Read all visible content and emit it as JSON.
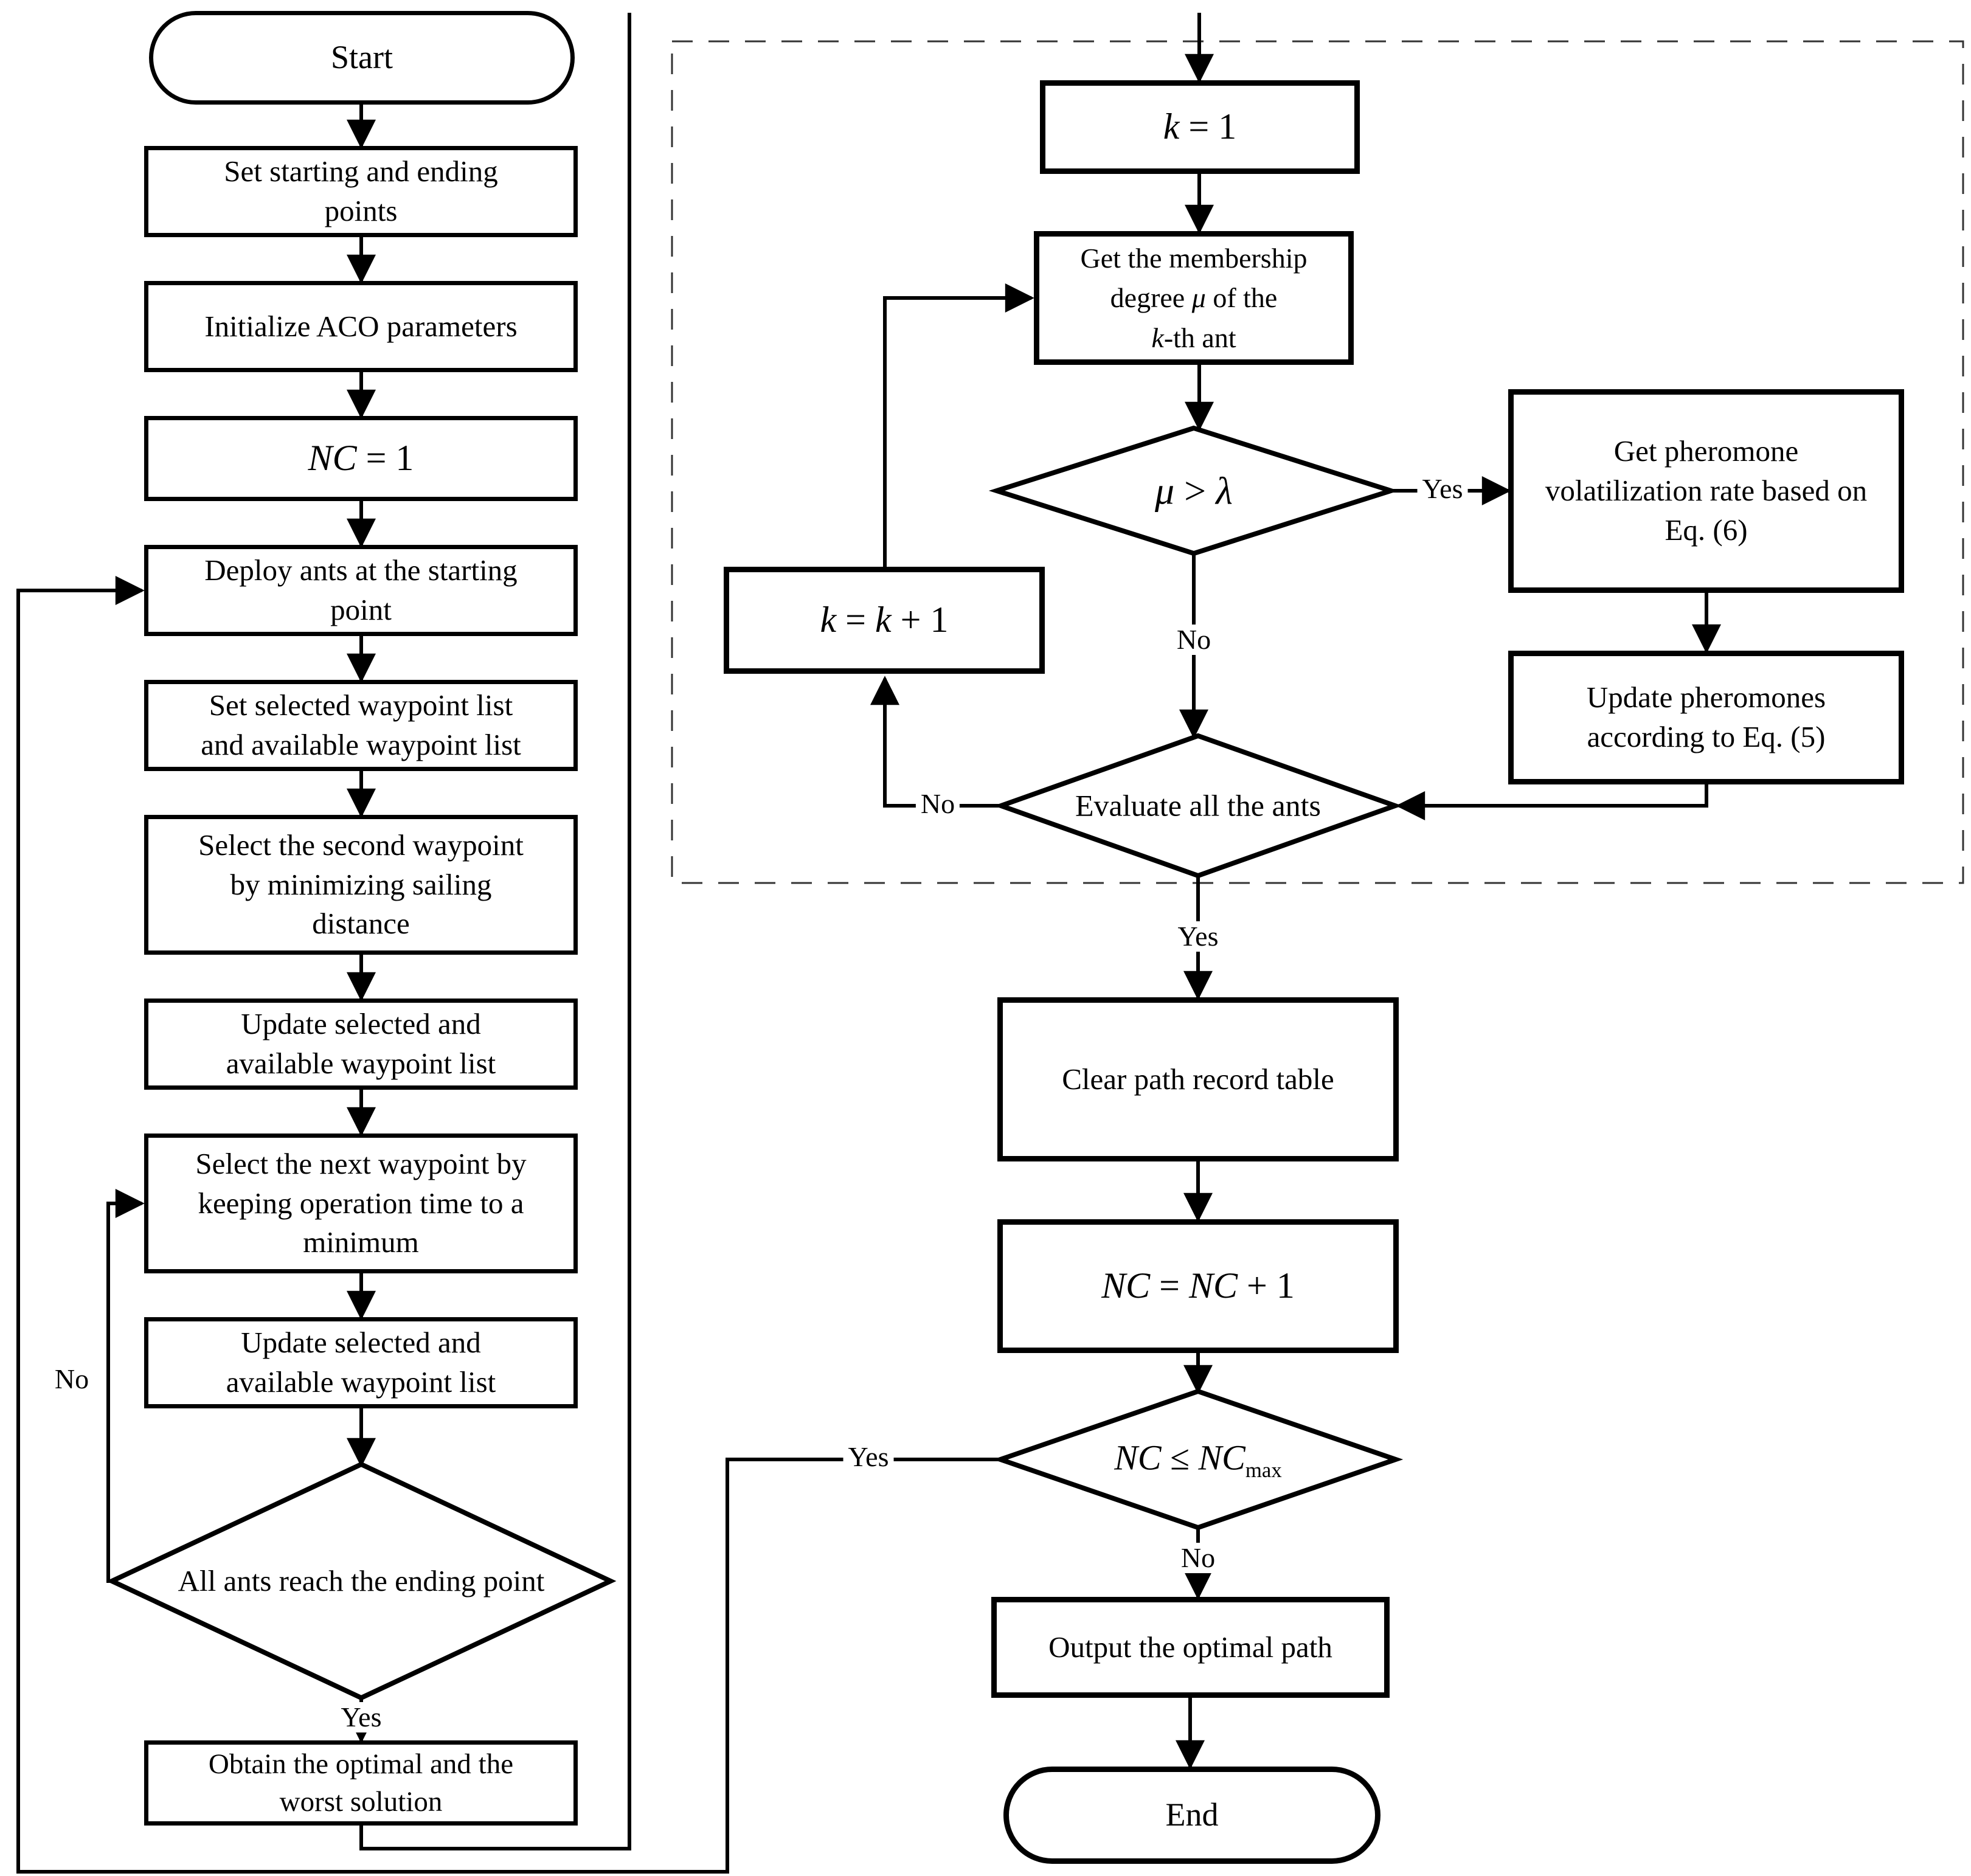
{
  "labels": {
    "yes": "Yes",
    "no": "No"
  },
  "left": {
    "start": "Start",
    "set_points": [
      "Set starting and ending",
      "points"
    ],
    "init_aco": "Initialize ACO parameters",
    "nc_var": "NC",
    "nc_eq": " = 1",
    "deploy": [
      "Deploy ants at the starting",
      "point"
    ],
    "set_lists": [
      "Set selected waypoint list",
      "and available waypoint list"
    ],
    "select_second": [
      "Select the second waypoint",
      "by minimizing sailing",
      "distance"
    ],
    "update_lists": [
      "Update selected and",
      "available waypoint list"
    ],
    "select_next": [
      "Select the next waypoint by",
      "keeping operation time to a",
      "minimum"
    ],
    "update_lists2": [
      "Update selected and",
      "available waypoint list"
    ],
    "all_ants": "All ants reach the ending point",
    "obtain": [
      "Obtain the optimal and the",
      "worst solution"
    ]
  },
  "right": {
    "k_var": "k",
    "k_eq": " = 1",
    "mem_l1": "Get the membership",
    "mem_l2a": "degree ",
    "mem_mu": "μ",
    "mem_l2b": " of the",
    "mem_k": "k",
    "mem_l3": "-th ant",
    "mu": "μ",
    "gt": " > ",
    "lambda": "λ",
    "pheromone": [
      "Get pheromone",
      "volatilization rate based on",
      "Eq. (6)"
    ],
    "update_pheromones": [
      "Update pheromones",
      "according to Eq. (5)"
    ],
    "evaluate": "Evaluate all the ants",
    "kk_a": "k",
    "kk_b": " = ",
    "kk_c": "k",
    "kk_d": " + 1",
    "clear": "Clear path record table",
    "ncinc_a": "NC",
    "ncinc_b": " = ",
    "ncinc_c": "NC",
    "ncinc_d": " + 1",
    "ncmax_a": "NC",
    "ncmax_b": " ≤ ",
    "ncmax_c": "NC",
    "ncmax_sub": "max",
    "output": "Output the optimal path",
    "end": "End"
  }
}
